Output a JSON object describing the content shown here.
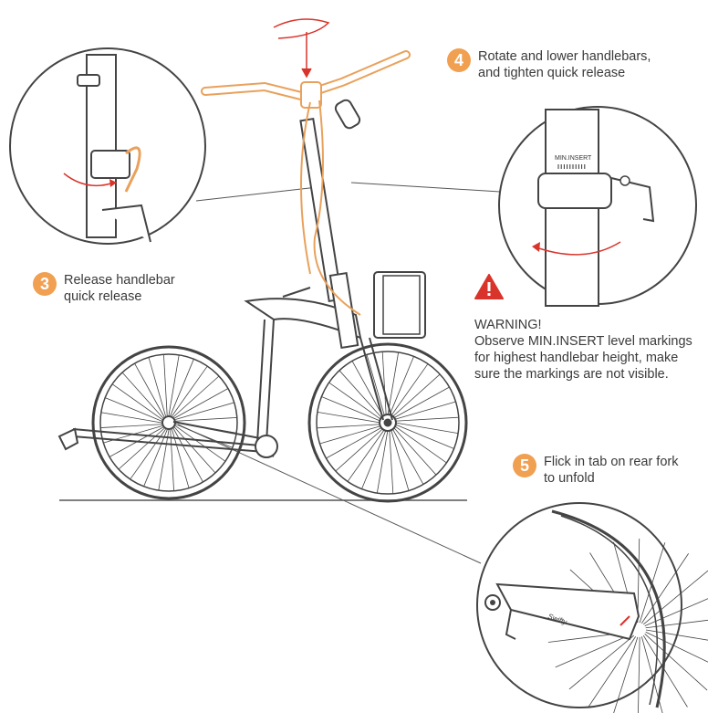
{
  "colors": {
    "accent": "#f0a050",
    "orange_line": "#e9a15b",
    "warning": "#d9342b",
    "line": "#444444"
  },
  "steps": [
    {
      "number": "3",
      "text": "Release handlebar\nquick release"
    },
    {
      "number": "4",
      "text": "Rotate and lower handlebars,\nand tighten quick release"
    },
    {
      "number": "5",
      "text": "Flick in tab on rear fork\nto unfold"
    }
  ],
  "warning": {
    "icon": "warning-triangle-icon",
    "title": "WARNING!",
    "text": "Observe MIN.INSERT level markings\nfor highest handlebar height, make\nsure the markings are not visible."
  },
  "labels": {
    "min_insert": "MIN.INSERT",
    "brand": "Swifty"
  }
}
